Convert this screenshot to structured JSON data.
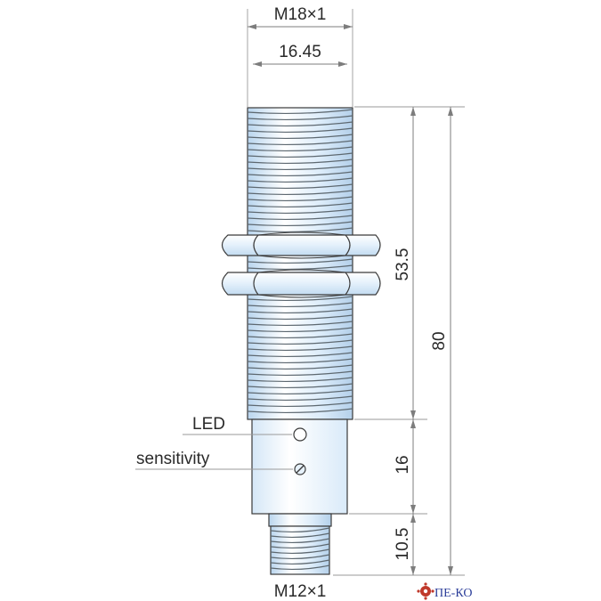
{
  "drawing": {
    "dimensions": {
      "thread_main": "M18×1",
      "inner_diameter": "16.45",
      "thread_length": "53.5",
      "total_length": "80",
      "housing_length": "16",
      "connector_length": "10.5",
      "connector_thread": "M12×1"
    },
    "labels": {
      "led": "LED",
      "sensitivity": "sensitivity"
    },
    "logo_text": "ПЕ-КО",
    "colors": {
      "body_fill": "#dfeefb",
      "body_fill_light": "#ffffff",
      "body_fill_dark": "#b7d3ec",
      "outline": "#3a3a3a",
      "dimension_line": "#7d7d7d",
      "logo": "#2c3e9a"
    }
  }
}
